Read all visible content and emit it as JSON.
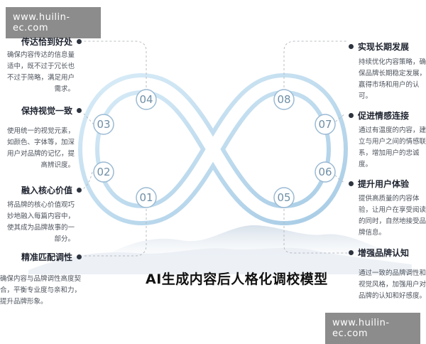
{
  "watermark": {
    "text": "www.huilin-ec.com"
  },
  "title": "AI生成内容后人格化调校模型",
  "nodes": [
    "01",
    "02",
    "03",
    "04",
    "05",
    "06",
    "07",
    "08"
  ],
  "left_topics": [
    {
      "heading": "传达恰到好处",
      "lines": [
        "确保内容传达的信息量",
        "适中，既不过于冗长也",
        "不过于简略，满足用户",
        "需求。"
      ]
    },
    {
      "heading": "保持视觉一致",
      "lines": [
        "使用统一的视觉元素，",
        "如颜色、字体等，加深",
        "用户对品牌的记忆，提",
        "高辨识度。"
      ]
    },
    {
      "heading": "融入核心价值",
      "lines": [
        "将品牌的核心价值观巧",
        "妙地融入每篇内容中，",
        "使其成为品牌故事的一",
        "部分。"
      ]
    },
    {
      "heading": "精准匹配调性",
      "lines": [
        "确保内容与品牌调性高度契",
        "合，平衡专业度与亲和力，",
        "提升品牌形象。"
      ]
    }
  ],
  "right_topics": [
    {
      "heading": "实现长期发展",
      "lines": [
        "持续优化内容策略，确",
        "保品牌长期稳定发展，",
        "赢得市场和用户的认",
        "可。"
      ]
    },
    {
      "heading": "促进情感连接",
      "lines": [
        "通过有温度的内容，建",
        "立与用户之间的情感联",
        "系，增加用户的忠诚",
        "度。"
      ]
    },
    {
      "heading": "提升用户体验",
      "lines": [
        "提供高质量的内容体",
        "验，让用户在享受阅读",
        "的同时，自然地接受品",
        "牌信息。"
      ]
    },
    {
      "heading": "增强品牌认知",
      "lines": [
        "通过一致的品牌调性和",
        "视觉风格，加强用户对",
        "品牌的认知和好感度。"
      ]
    }
  ],
  "colors": {
    "ring": "#b9d7ec",
    "ring_dark": "#9bbad3",
    "node_fill": "#ffffff",
    "node_text": "#6f8fa6",
    "connector": "#b8bcc2",
    "mountain": "#dfe6ee"
  }
}
